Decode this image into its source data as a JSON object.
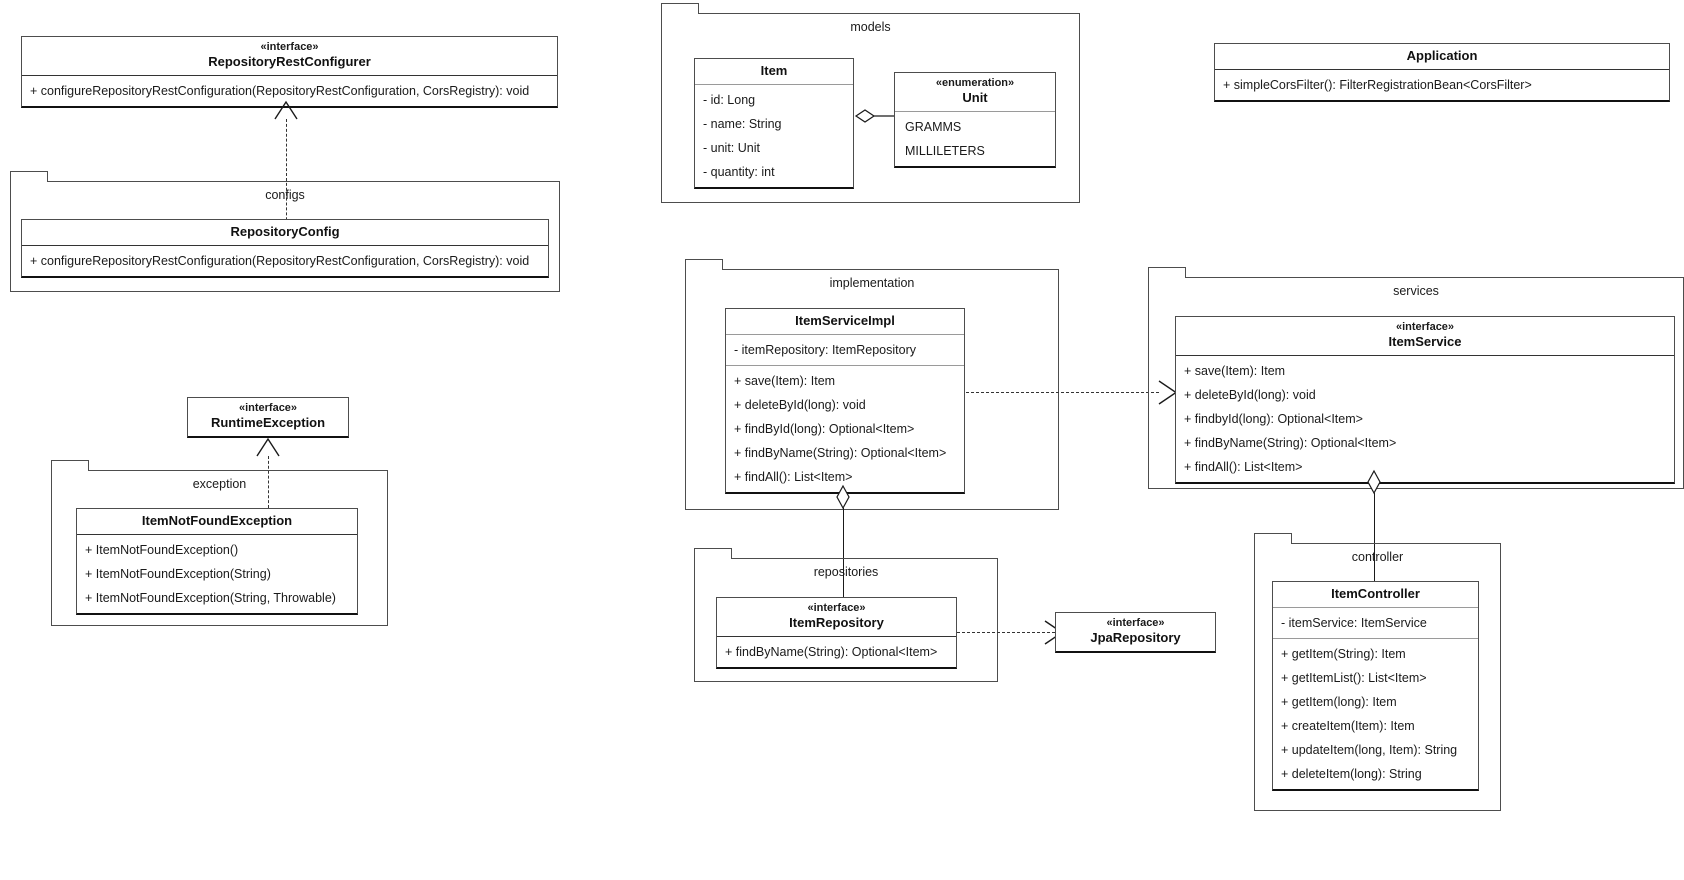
{
  "diagram": {
    "title": "UML Class Diagram",
    "type": "class-diagram",
    "line_color": "#1a1a1a",
    "box_fill": "#ffffff"
  },
  "packages": {
    "configs": {
      "label": "configs"
    },
    "exception": {
      "label": "exception"
    },
    "models": {
      "label": "models"
    },
    "implementation": {
      "label": "implementation"
    },
    "services": {
      "label": "services"
    },
    "repositories": {
      "label": "repositories"
    },
    "controller": {
      "label": "controller"
    }
  },
  "classes": {
    "repository_rest_configurer": {
      "stereotype": "«interface»",
      "name": "RepositoryRestConfigurer",
      "methods": [
        "+ configureRepositoryRestConfiguration(RepositoryRestConfiguration, CorsRegistry): void"
      ]
    },
    "repository_config": {
      "stereotype": "",
      "name": "RepositoryConfig",
      "methods": [
        "+ configureRepositoryRestConfiguration(RepositoryRestConfiguration, CorsRegistry): void"
      ]
    },
    "runtime_exception": {
      "stereotype": "«interface»",
      "name": "RuntimeException",
      "methods": []
    },
    "item_not_found_exception": {
      "stereotype": "",
      "name": "ItemNotFoundException",
      "methods": [
        "+ ItemNotFoundException()",
        "+ ItemNotFoundException(String)",
        "+ ItemNotFoundException(String, Throwable)"
      ]
    },
    "item": {
      "stereotype": "",
      "name": "Item",
      "attributes": [
        "- id: Long",
        "- name: String",
        "- unit: Unit",
        "- quantity: int"
      ]
    },
    "unit": {
      "stereotype": "«enumeration»",
      "name": "Unit",
      "literals": [
        "GRAMMS",
        "MILLILETERS"
      ]
    },
    "application": {
      "stereotype": "",
      "name": "Application",
      "methods": [
        "+ simpleCorsFilter(): FilterRegistrationBean<CorsFilter>"
      ]
    },
    "item_service_impl": {
      "stereotype": "",
      "name": "ItemServiceImpl",
      "attributes": [
        "- itemRepository: ItemRepository"
      ],
      "methods": [
        "+ save(Item): Item",
        "+ deleteById(long): void",
        "+ findById(long): Optional<Item>",
        "+ findByName(String): Optional<Item>",
        "+ findAll(): List<Item>"
      ]
    },
    "item_service": {
      "stereotype": "«interface»",
      "name": "ItemService",
      "methods": [
        "+ save(Item): Item",
        "+ deleteById(long): void",
        "+ findbyId(long): Optional<Item>",
        "+ findByName(String): Optional<Item>",
        "+ findAll(): List<Item>"
      ]
    },
    "item_repository": {
      "stereotype": "«interface»",
      "name": "ItemRepository",
      "methods": [
        "+ findByName(String): Optional<Item>"
      ]
    },
    "jpa_repository": {
      "stereotype": "«interface»",
      "name": "JpaRepository",
      "methods": []
    },
    "item_controller": {
      "stereotype": "",
      "name": "ItemController",
      "attributes": [
        "- itemService: ItemService"
      ],
      "methods": [
        "+ getItem(String): Item",
        "+ getItemList(): List<Item>",
        "+ getItem(long): Item",
        "+ createItem(Item): Item",
        "+ updateItem(long, Item): String",
        "+ deleteItem(long): String"
      ]
    }
  },
  "relations": [
    {
      "name": "realization-repositoryconfig-to-repositoryrestconfigurer",
      "kind": "realization",
      "from": "RepositoryConfig",
      "to": "RepositoryRestConfigurer"
    },
    {
      "name": "realization-itemnotfoundexception-to-runtimeexception",
      "kind": "realization",
      "from": "ItemNotFoundException",
      "to": "RuntimeException"
    },
    {
      "name": "aggregation-item-to-unit",
      "kind": "aggregation",
      "from": "Item",
      "to": "Unit"
    },
    {
      "name": "realization-itemserviceimpl-to-itemservice",
      "kind": "realization",
      "from": "ItemServiceImpl",
      "to": "ItemService"
    },
    {
      "name": "aggregation-itemserviceimpl-to-itemrepository",
      "kind": "aggregation",
      "from": "ItemServiceImpl",
      "to": "ItemRepository"
    },
    {
      "name": "realization-itemrepository-to-jparepository",
      "kind": "realization",
      "from": "ItemRepository",
      "to": "JpaRepository"
    },
    {
      "name": "aggregation-itemservice-to-itemcontroller",
      "kind": "aggregation",
      "from": "ItemService",
      "to": "ItemController"
    }
  ]
}
